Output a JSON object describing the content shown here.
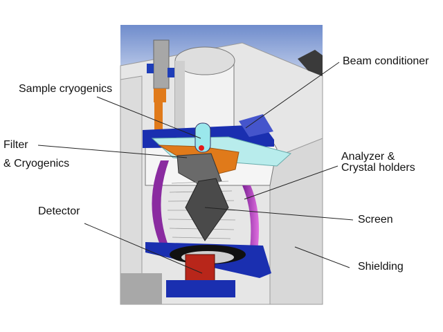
{
  "diagram": {
    "labels": {
      "sample_cryogenics": "Sample cryogenics",
      "filter_line1": "Filter",
      "filter_line2": "& Cryogenics",
      "detector": "Detector",
      "beam_conditioner": "Beam conditioner",
      "analyzer_line1": "Analyzer &",
      "analyzer_line2": "Crystal holders",
      "screen": "Screen",
      "shielding": "Shielding"
    },
    "colors": {
      "sky": "#7f9ad4",
      "shielding": "#e4e4e4",
      "chamber_blue": "#1a2fb0",
      "analyzer_magenta": "#8a2ba0",
      "cryo_orange": "#e07a1a",
      "detector_red": "#b8261a",
      "screen_gray": "#4a4a4a",
      "glass_cyan": "#b8ecec"
    }
  }
}
